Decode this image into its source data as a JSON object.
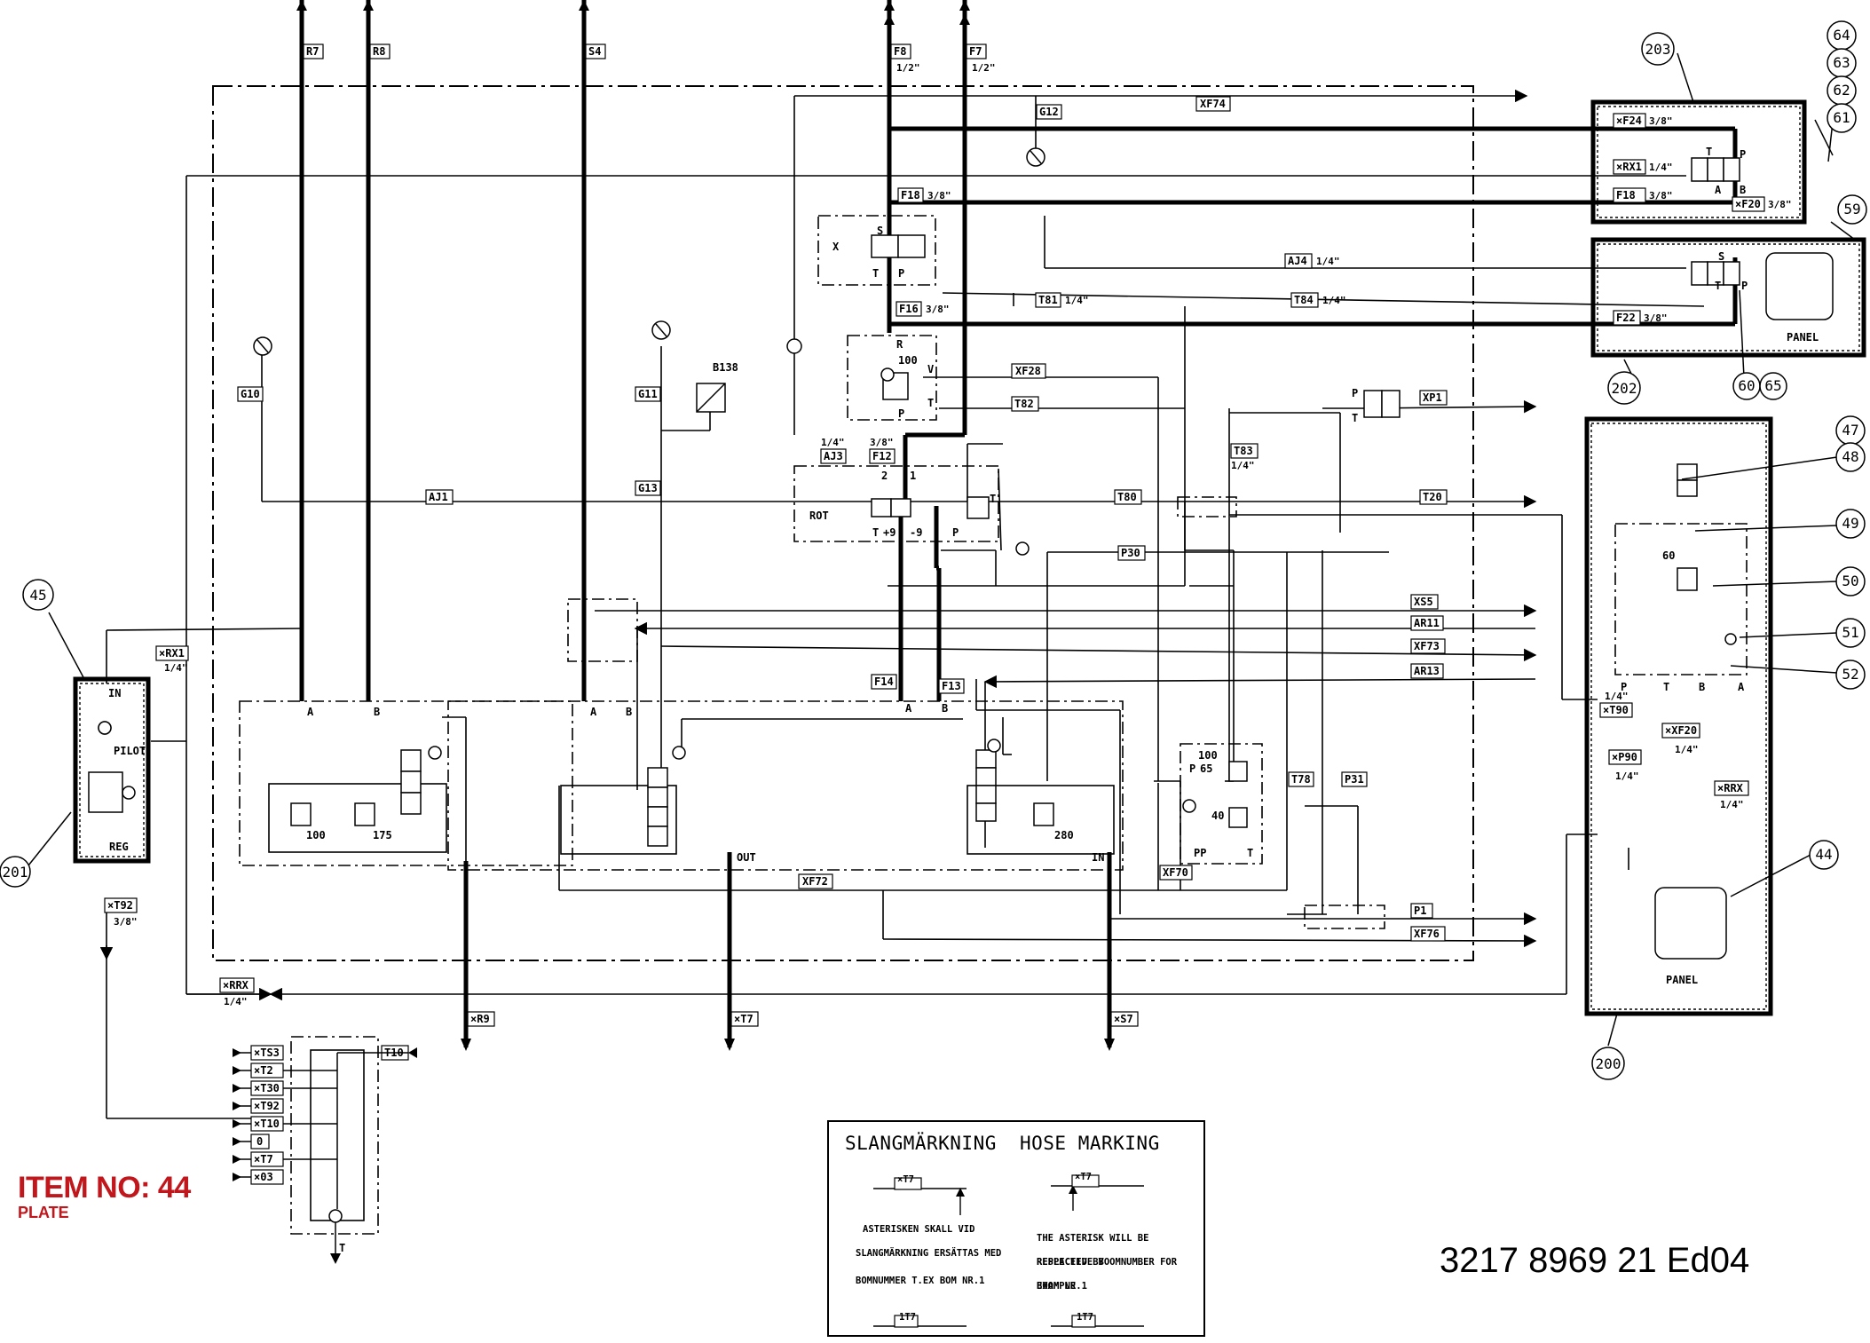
{
  "pipe_tags": {
    "R7": "R7",
    "R8": "R8",
    "S4": "S4",
    "F8": "F8",
    "F7": "F7",
    "size_half": "1/2\"",
    "XF74": "XF74",
    "G12": "G12",
    "F18": "F18",
    "size_3_8": "3/8\"",
    "F16": "F16",
    "T81": "T81",
    "size_1_4": "1/4\"",
    "T84": "T84",
    "AJ4": "AJ4",
    "XF28": "XF28",
    "T82": "T82",
    "G10": "G10",
    "G11": "G11",
    "G13": "G13",
    "B138": "B138",
    "AJ3": "AJ3",
    "F12": "F12",
    "AJ1": "AJ1",
    "T80": "T80",
    "T20": "T20",
    "T83": "T83",
    "P30": "P30",
    "XP1": "XP1",
    "XS5": "XS5",
    "AR11": "AR11",
    "XF73": "XF73",
    "AR13": "AR13",
    "F14": "F14",
    "F13": "F13",
    "RX1": "×RX1",
    "T92": "×T92",
    "T78": "T78",
    "P31": "P31",
    "XF70": "XF70",
    "XF72": "XF72",
    "P1": "P1",
    "XF76": "XF76",
    "RRX": "×RRX",
    "R9": "×R9",
    "T7": "×T7",
    "S7": "×S7",
    "T10": "T10",
    "TS3": "×TS3",
    "T2": "×T2",
    "T30": "×T30",
    "T10x": "×T10",
    "zero": "0",
    "O3": "×03",
    "F24": "×F24",
    "F20": "×F20",
    "F22": "F22",
    "T90": "×T90",
    "XF20": "×XF20",
    "P90": "×P90"
  },
  "component_labels": {
    "in": "IN",
    "pilot": "PILOT",
    "reg": "REG",
    "out": "OUT",
    "panel": "PANEL",
    "rot": "ROT",
    "a": "A",
    "b": "B",
    "p": "P",
    "t": "T",
    "s": "S",
    "r": "R",
    "v": "V",
    "x": "X",
    "pp": "PP",
    "plus9": "+9",
    "minus9": "-9",
    "two": "2",
    "one": "1",
    "v100": "100",
    "v175": "175",
    "v280": "280",
    "v65": "65",
    "v40": "40",
    "v60": "60",
    "v100b": "100"
  },
  "callouts": [
    "64",
    "63",
    "62",
    "61",
    "203",
    "59",
    "202",
    "60",
    "65",
    "47",
    "48",
    "49",
    "50",
    "51",
    "52",
    "44",
    "200",
    "45",
    "201"
  ],
  "item": {
    "title": "ITEM NO: 44",
    "subtitle": "PLATE"
  },
  "document_number": "3217 8969 21  Ed04",
  "hose_marking": {
    "heading_sv": "SLANGMÄRKNING",
    "heading_en": "HOSE MARKING",
    "tag": "×T7",
    "tag_plain": "1T7",
    "text_sv": [
      "ASTERISKEN SKALL VID",
      "SLANGMÄRKNING ERSÄTTAS MED",
      "BOMNUMMER T.EX BOM NR.1"
    ],
    "text_en": [
      "THE ASTERISK WILL BE REPLACEED BY",
      "RESPECTIVE BOOMNUMBER FOR EXAMPLE",
      "BOOM NR.1"
    ]
  }
}
